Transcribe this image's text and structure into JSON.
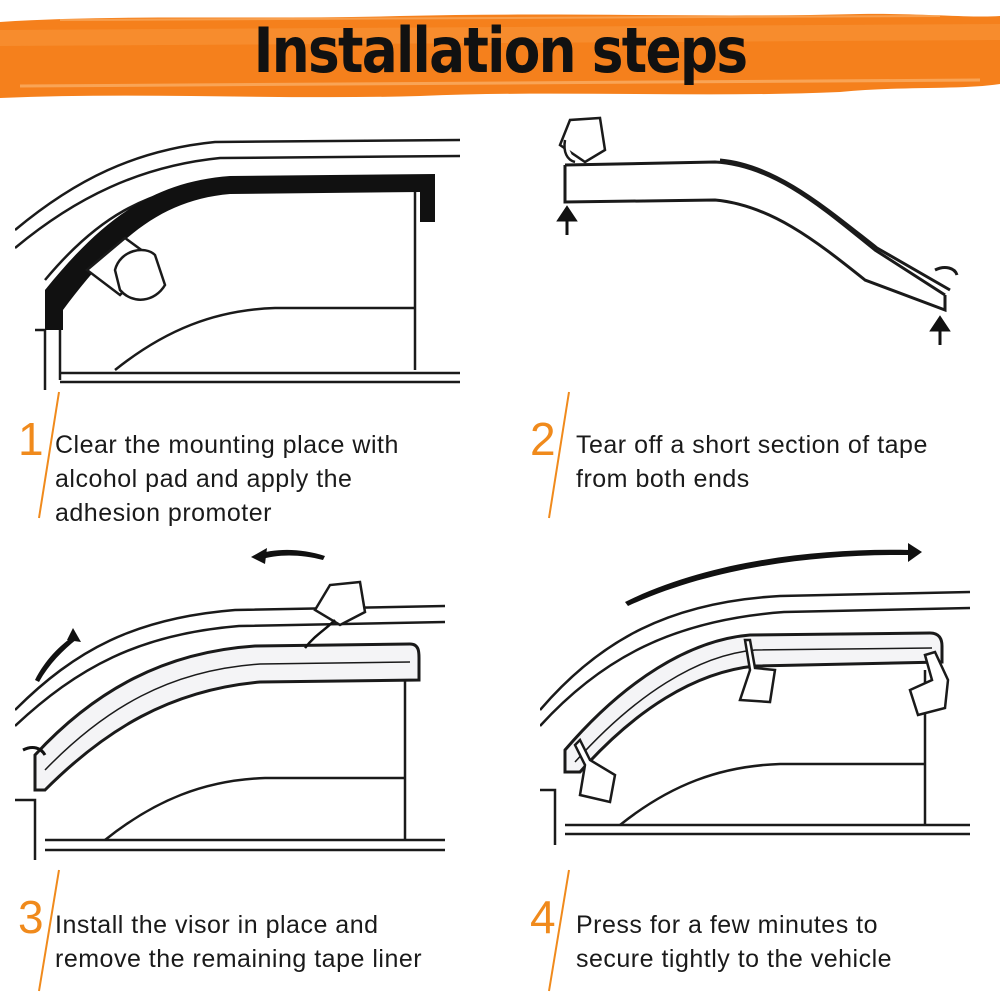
{
  "title": "Installation steps",
  "colors": {
    "accent": "#f08a1c",
    "ink": "#111111"
  },
  "steps": [
    {
      "number": "1",
      "lines": [
        "Clear the mounting place with",
        "alcohol pad and apply the",
        "adhesion promoter"
      ]
    },
    {
      "number": "2",
      "lines": [
        "Tear off a short section of tape",
        "from both ends"
      ]
    },
    {
      "number": "3",
      "lines": [
        "Install the visor in place and",
        "remove the remaining tape liner"
      ]
    },
    {
      "number": "4",
      "lines": [
        "Press for a few minutes to",
        "secure tightly to the vehicle"
      ]
    }
  ]
}
